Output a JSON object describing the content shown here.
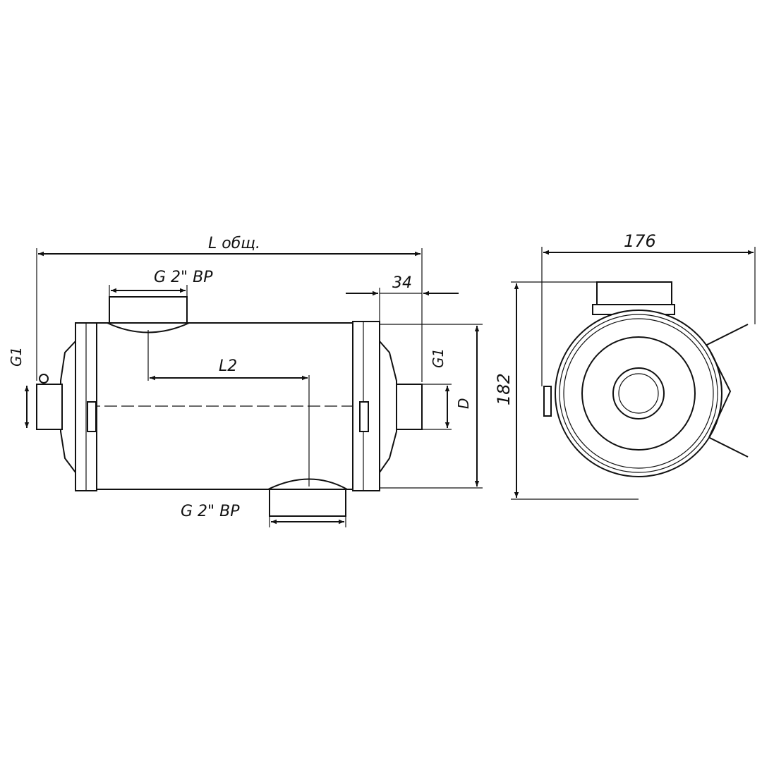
{
  "labels": {
    "overall_length": "L общ.",
    "top_port": "G 2\" BP",
    "bottom_port": "G 2\" BP",
    "l2": "L2",
    "dim_34": "34",
    "left_g1": "G1",
    "right_g1": "G1",
    "diameter": "D",
    "width": "176",
    "height": "182"
  },
  "colors": {
    "line": "#111111",
    "background": "#ffffff"
  }
}
